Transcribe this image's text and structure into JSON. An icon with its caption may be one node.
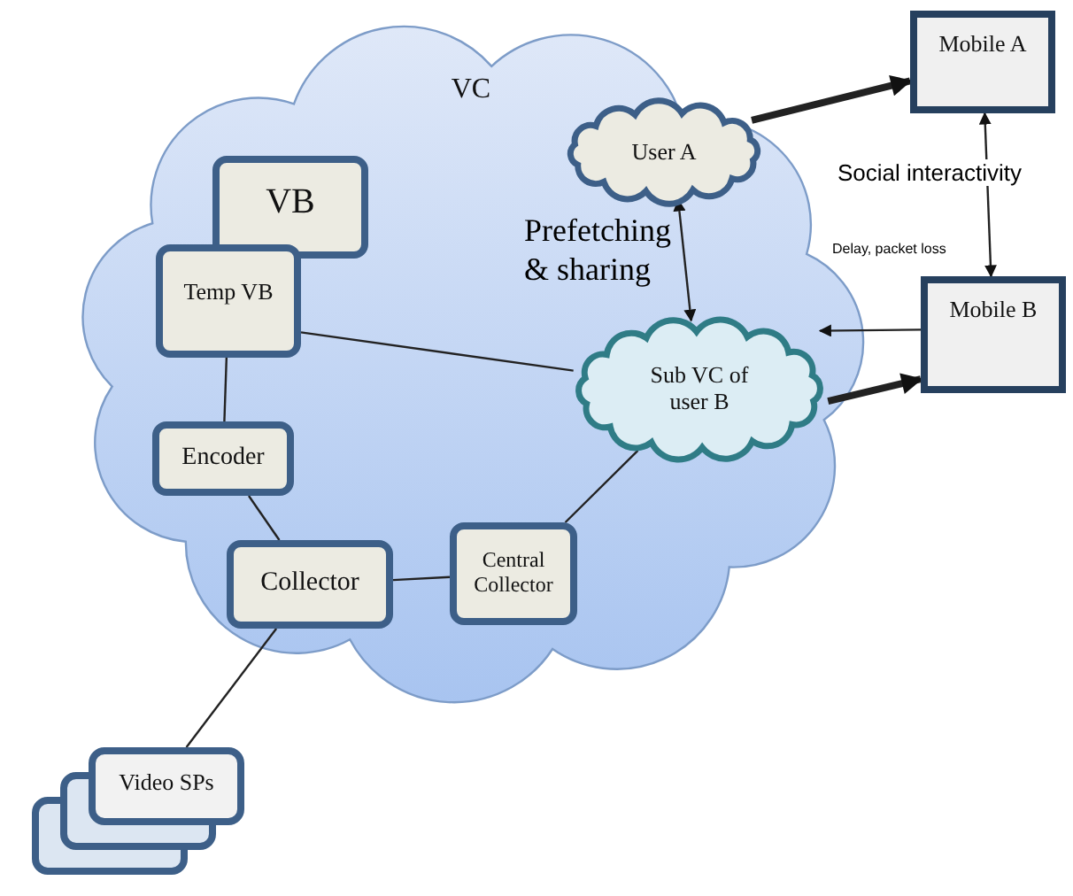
{
  "diagram": {
    "nodes": [
      {
        "text": [
          "VC"
        ]
      },
      {
        "text": [
          "User A"
        ],
        "in": 0
      },
      {
        "text": [
          "Sub VC of user B"
        ],
        "in": 0
      },
      {
        "text": [
          "VB"
        ],
        "in": 0
      },
      {
        "text": [
          "Temp VB"
        ],
        "in": 0
      },
      {
        "text": [
          "Encoder"
        ],
        "in": 0
      },
      {
        "text": [
          "Collector"
        ],
        "in": 0
      },
      {
        "text": [
          "Central Collector"
        ],
        "in": 0
      },
      {
        "text": [
          "Mobile A"
        ]
      },
      {
        "text": [
          "Mobile B"
        ]
      },
      {
        "text": [
          "Video SPs"
        ]
      }
    ],
    "edges": [
      {
        "from": 1,
        "to": 8,
        "arrow": "to",
        "style": "thick"
      },
      {
        "from": 1,
        "to": 2,
        "arrow": "both"
      },
      {
        "from": 8,
        "to": 9,
        "arrow": "both",
        "label": "Social interactivity"
      },
      {
        "from": 9,
        "to": 2,
        "arrow": "to"
      },
      {
        "from": 2,
        "to": 9,
        "arrow": "to",
        "style": "thick"
      },
      {
        "from": 4,
        "to": 2,
        "arrow": "none"
      },
      {
        "from": 4,
        "to": 5,
        "arrow": "none"
      },
      {
        "from": 5,
        "to": 6,
        "arrow": "none"
      },
      {
        "from": 6,
        "to": 7,
        "arrow": "none"
      },
      {
        "from": 7,
        "to": 2,
        "arrow": "none"
      },
      {
        "from": 6,
        "to": 10,
        "arrow": "none"
      }
    ],
    "labels": [
      "Prefetching & sharing",
      "Delay, packet loss"
    ]
  }
}
